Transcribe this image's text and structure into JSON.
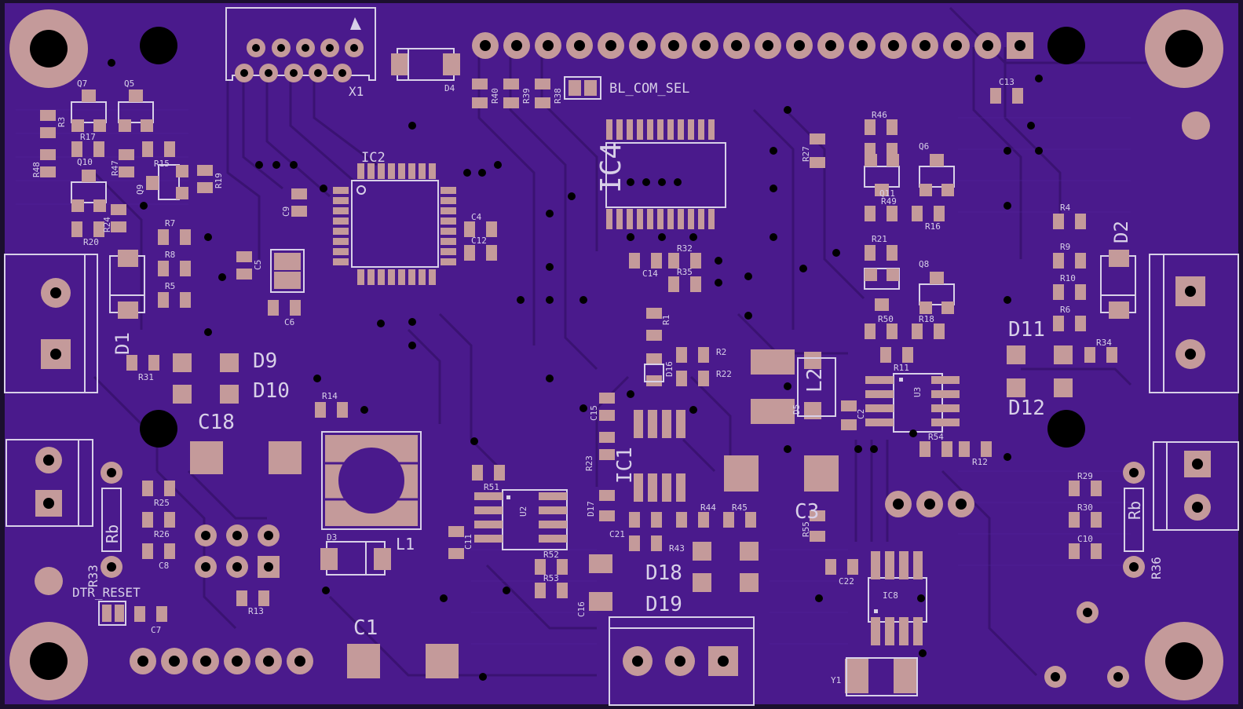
{
  "board": {
    "colors": {
      "substrate": "#4a1a8c",
      "copper": "#5a24a6",
      "trace": "#3d1478",
      "pad": "#c49a9a",
      "silk": "#d8d0e8",
      "hole": "#000000",
      "edge": "#1b0f2e"
    }
  },
  "labels": {
    "x1": "X1",
    "bl_com_sel": "BL_COM_SEL",
    "ic2": "IC2",
    "ic4": "IC4",
    "ic1": "IC1",
    "ic8": "IC8",
    "u2": "U2",
    "u3": "U3",
    "d1": "D1",
    "d2": "D2",
    "d3": "D3",
    "d4": "D4",
    "d5": "D5",
    "d9": "D9",
    "d10": "D10",
    "d11": "D11",
    "d12": "D12",
    "d16": "D16",
    "d17": "D17",
    "d18": "D18",
    "d19": "D19",
    "c1": "C1",
    "c2": "C2",
    "c3": "C3",
    "c4": "C4",
    "c5": "C5",
    "c6": "C6",
    "c7": "C7",
    "c8": "C8",
    "c9": "C9",
    "c10": "C10",
    "c11": "C11",
    "c12": "C12",
    "c13": "C13",
    "c14": "C14",
    "c15": "C15",
    "c16": "C16",
    "c18": "C18",
    "c21": "C21",
    "c22": "C22",
    "l1": "L1",
    "l2": "L2",
    "y1": "Y1",
    "q5": "Q5",
    "q6": "Q6",
    "q7": "Q7",
    "q8": "Q8",
    "q9": "Q9",
    "q10": "Q10",
    "q11": "Q11",
    "r1": "R1",
    "r2": "R2",
    "r3": "R3",
    "r4": "R4",
    "r5": "R5",
    "r6": "R6",
    "r7": "R7",
    "r8": "R8",
    "r9": "R9",
    "r10": "R10",
    "r11": "R11",
    "r12": "R12",
    "r13": "R13",
    "r14": "R14",
    "r15": "R15",
    "r16": "R16",
    "r17": "R17",
    "r18": "R18",
    "r19": "R19",
    "r20": "R20",
    "r21": "R21",
    "r22": "R22",
    "r23": "R23",
    "r24": "R24",
    "r25": "R25",
    "r26": "R26",
    "r27": "R27",
    "r29": "R29",
    "r30": "R30",
    "r31": "R31",
    "r32": "R32",
    "r33": "R33",
    "r34": "R34",
    "r35": "R35",
    "r36": "R36",
    "r38": "R38",
    "r39": "R39",
    "r40": "R40",
    "r43": "R43",
    "r44": "R44",
    "r45": "R45",
    "r46": "R46",
    "r47": "R47",
    "r48": "R48",
    "r49": "R49",
    "r50": "R50",
    "r51": "R51",
    "r52": "R52",
    "r53": "R53",
    "r54": "R54",
    "r55": "R55",
    "rb_left": "Rb",
    "rb_right": "Rb",
    "dtr_reset": "DTR_RESET"
  }
}
